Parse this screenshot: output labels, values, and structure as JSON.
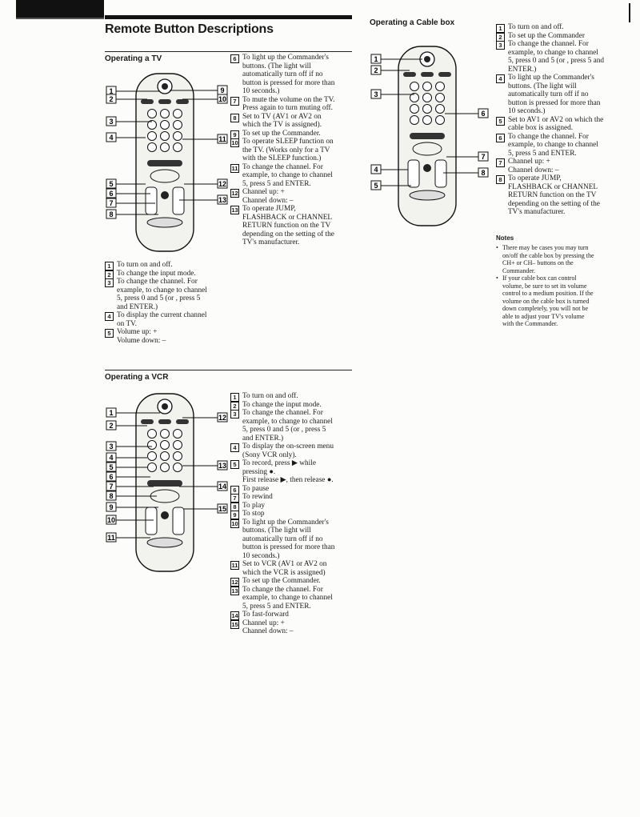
{
  "page_title": "Remote Button Descriptions",
  "sections": {
    "tv": {
      "title": "Operating a TV",
      "left_callouts": [
        "1",
        "2",
        "3",
        "4",
        "5",
        "6",
        "7",
        "8"
      ],
      "right_callouts": [
        "9",
        "10",
        "11",
        "12",
        "13"
      ],
      "list_a": [
        {
          "n": "1",
          "lines": [
            "To turn on and off."
          ]
        },
        {
          "n": "2",
          "lines": [
            "To change the input mode."
          ]
        },
        {
          "n": "3",
          "lines": [
            "To change the channel. For",
            "example, to change to channel",
            "5, press 0 and 5 (or , press 5",
            "and ENTER.)"
          ]
        },
        {
          "n": "4",
          "lines": [
            "To display the current channel",
            "on TV."
          ]
        },
        {
          "n": "5",
          "lines": [
            "Volume up: +",
            "Volume down: –"
          ]
        }
      ],
      "list_b": [
        {
          "n": "6",
          "lines": [
            "To light up the Commander's",
            "buttons. (The light will",
            "automatically turn off if no",
            "button is pressed for more than",
            "10 seconds.)"
          ]
        },
        {
          "n": "7",
          "lines": [
            "To mute the volume on the TV.",
            "Press again to turn muting off."
          ]
        },
        {
          "n": "8",
          "lines": [
            "Set to TV (AV1 or AV2 on",
            "which the TV is assigned)."
          ]
        },
        {
          "n": "9",
          "lines": [
            "To set up the Commander."
          ]
        },
        {
          "n": "10",
          "lines": [
            "To operate SLEEP function on",
            "the TV. (Works only for a TV",
            "with the SLEEP function.)"
          ]
        },
        {
          "n": "11",
          "lines": [
            "To change the channel. For",
            "example, to change to channel",
            "5, press 5 and ENTER."
          ]
        },
        {
          "n": "12",
          "lines": [
            "Channel up: +",
            "Channel down: –"
          ]
        },
        {
          "n": "13",
          "lines": [
            "To operate JUMP,",
            "FLASHBACK or CHANNEL",
            "RETURN function on the TV",
            "depending on the setting of the",
            "TV's manufacturer."
          ]
        }
      ]
    },
    "vcr": {
      "title": "Operating a VCR",
      "left_callouts": [
        "1",
        "2",
        "3",
        "4",
        "5",
        "6",
        "7",
        "8",
        "9",
        "10",
        "11"
      ],
      "right_callouts": [
        "12",
        "13",
        "14",
        "15"
      ],
      "list": [
        {
          "n": "1",
          "lines": [
            "To turn on and off."
          ]
        },
        {
          "n": "2",
          "lines": [
            "To change the input mode."
          ]
        },
        {
          "n": "3",
          "lines": [
            "To change the channel. For",
            "example, to change to channel",
            "5, press 0 and 5 (or , press 5",
            "and ENTER.)"
          ]
        },
        {
          "n": "4",
          "lines": [
            "To display the on-screen menu",
            "(Sony VCR only)."
          ]
        },
        {
          "n": "5",
          "lines": [
            "To record, press ▶ while",
            "pressing ●.",
            "First release ▶, then release ●."
          ]
        },
        {
          "n": "6",
          "lines": [
            "To pause"
          ]
        },
        {
          "n": "7",
          "lines": [
            "To rewind"
          ]
        },
        {
          "n": "8",
          "lines": [
            "To play"
          ]
        },
        {
          "n": "9",
          "lines": [
            "To stop"
          ]
        },
        {
          "n": "10",
          "lines": [
            "To light up the Commander's",
            "buttons. (The light will",
            "automatically turn off if no",
            "button is pressed for more than",
            "10 seconds.)"
          ]
        },
        {
          "n": "11",
          "lines": [
            "Set to VCR (AV1 or AV2 on",
            "which the VCR is assigned)"
          ]
        },
        {
          "n": "12",
          "lines": [
            "To set up the Commander."
          ]
        },
        {
          "n": "13",
          "lines": [
            "To change the channel. For",
            "example, to change to channel",
            "5, press 5 and ENTER."
          ]
        },
        {
          "n": "14",
          "lines": [
            "To fast-forward"
          ]
        },
        {
          "n": "15",
          "lines": [
            "Channel up: +",
            "Channel down: –"
          ]
        }
      ]
    },
    "cable": {
      "title": "Operating a Cable box",
      "left_callouts": [
        "1",
        "2",
        "3",
        "4",
        "5"
      ],
      "right_callouts": [
        "6",
        "7",
        "8"
      ],
      "list": [
        {
          "n": "1",
          "lines": [
            "To turn on and off."
          ]
        },
        {
          "n": "2",
          "lines": [
            "To set up the Commander"
          ]
        },
        {
          "n": "3",
          "lines": [
            "To change the channel. For",
            "example, to change to channel",
            "5, press 0 and 5 (or , press 5 and",
            "ENTER.)"
          ]
        },
        {
          "n": "4",
          "lines": [
            "To light up the Commander's",
            "buttons. (The light will",
            "automatically turn off if no",
            "button is pressed for more than",
            "10 seconds.)"
          ]
        },
        {
          "n": "5",
          "lines": [
            "Set to AV1 or AV2 on which the",
            "cable box is assigned."
          ]
        },
        {
          "n": "6",
          "lines": [
            "To change the channel. For",
            "example, to change to channel",
            "5, press 5 and ENTER."
          ]
        },
        {
          "n": "7",
          "lines": [
            "Channel up: +",
            "Channel down: –"
          ]
        },
        {
          "n": "8",
          "lines": [
            "To operate JUMP,",
            "FLASHBACK or CHANNEL",
            "RETURN function on the TV",
            "depending on the setting of the",
            "TV's manufacturer."
          ]
        }
      ],
      "notes_title": "Notes",
      "notes": [
        [
          "There may be cases you may turn",
          "on/off the cable box by pressing the",
          "CH+ or CH– buttons on the",
          "Commander."
        ],
        [
          "If your cable box can control",
          "volume, be sure to set its volume",
          "control to a medium position. If the",
          "volume on the cable box is turned",
          "down completely, you will not be",
          "able to adjust your TV's volume",
          "with the Commander."
        ]
      ]
    }
  }
}
